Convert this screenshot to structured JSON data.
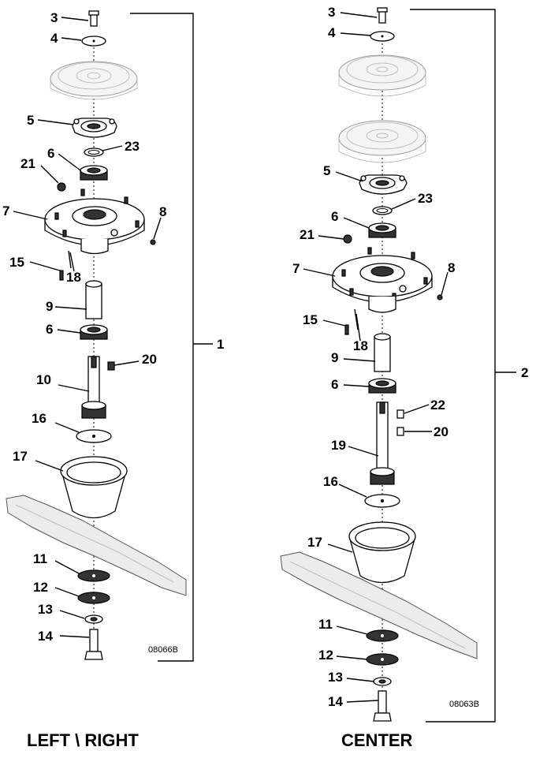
{
  "left_assembly": {
    "title": "LEFT \\ RIGHT",
    "drawing_code": "08066B",
    "assembly_number": "1",
    "callouts": [
      "3",
      "4",
      "5",
      "23",
      "6",
      "21",
      "7",
      "8",
      "15",
      "18",
      "9",
      "6",
      "20",
      "10",
      "16",
      "17",
      "11",
      "12",
      "13",
      "14"
    ]
  },
  "center_assembly": {
    "title": "CENTER",
    "drawing_code": "08063B",
    "assembly_number": "2",
    "callouts": [
      "3",
      "4",
      "5",
      "23",
      "6",
      "21",
      "7",
      "8",
      "15",
      "18",
      "9",
      "6",
      "22",
      "20",
      "19",
      "16",
      "17",
      "11",
      "12",
      "13",
      "14"
    ]
  }
}
